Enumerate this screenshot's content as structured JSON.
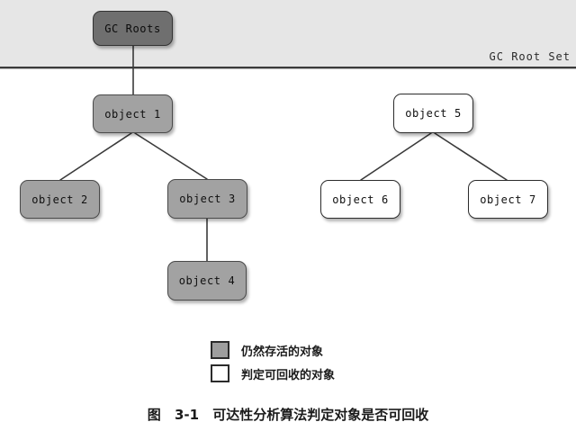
{
  "figure": {
    "band_label": "GC Root Set",
    "caption_prefix": "图",
    "caption_number": "3-1",
    "caption_text": "可达性分析算法判定对象是否可回收"
  },
  "nodes": {
    "gc_roots": {
      "label": "GC Roots",
      "state": "root"
    },
    "object1": {
      "label": "object 1",
      "state": "alive"
    },
    "object2": {
      "label": "object 2",
      "state": "alive"
    },
    "object3": {
      "label": "object 3",
      "state": "alive"
    },
    "object4": {
      "label": "object 4",
      "state": "alive"
    },
    "object5": {
      "label": "object 5",
      "state": "dead"
    },
    "object6": {
      "label": "object 6",
      "state": "dead"
    },
    "object7": {
      "label": "object 7",
      "state": "dead"
    }
  },
  "legend": {
    "alive": {
      "label": "仍然存活的对象",
      "color": "#9e9e9e"
    },
    "dead": {
      "label": "判定可回收的对象",
      "color": "#ffffff"
    }
  },
  "colors": {
    "band_background": "#e6e6e6",
    "band_rule": "#3b3b3b",
    "root_fill": "#6f6f6f",
    "alive_fill": "#a2a2a2",
    "dead_fill": "#ffffff",
    "edge": "#3a3a3a"
  },
  "edges": [
    {
      "from": "gc_roots",
      "to": "object1"
    },
    {
      "from": "object1",
      "to": "object2"
    },
    {
      "from": "object1",
      "to": "object3"
    },
    {
      "from": "object3",
      "to": "object4"
    },
    {
      "from": "object5",
      "to": "object6"
    },
    {
      "from": "object5",
      "to": "object7"
    }
  ]
}
